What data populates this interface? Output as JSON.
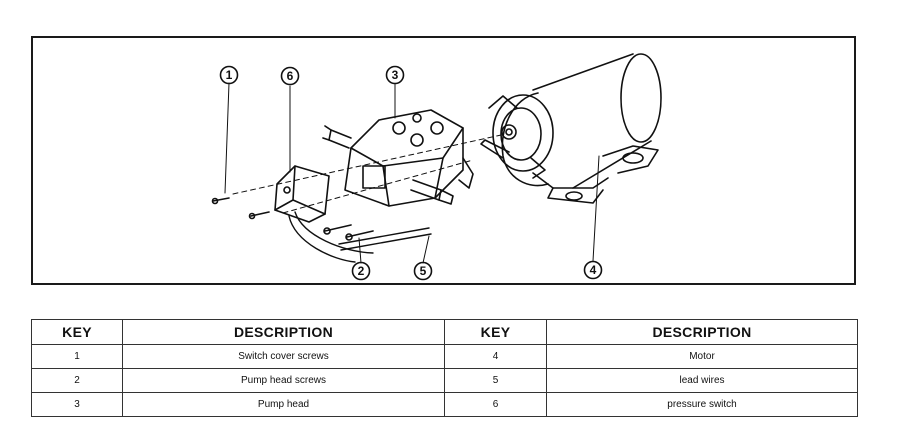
{
  "diagram": {
    "callouts": [
      "1",
      "2",
      "3",
      "4",
      "5",
      "6"
    ]
  },
  "table": {
    "headers": [
      "KEY",
      "DESCRIPTION",
      "KEY",
      "DESCRIPTION"
    ],
    "rows": [
      {
        "key_left": "1",
        "desc_left": "Switch cover screws",
        "key_right": "4",
        "desc_right": "Motor"
      },
      {
        "key_left": "2",
        "desc_left": "Pump head screws",
        "key_right": "5",
        "desc_right": "lead wires"
      },
      {
        "key_left": "3",
        "desc_left": "Pump head",
        "key_right": "6",
        "desc_right": "pressure switch"
      }
    ]
  }
}
